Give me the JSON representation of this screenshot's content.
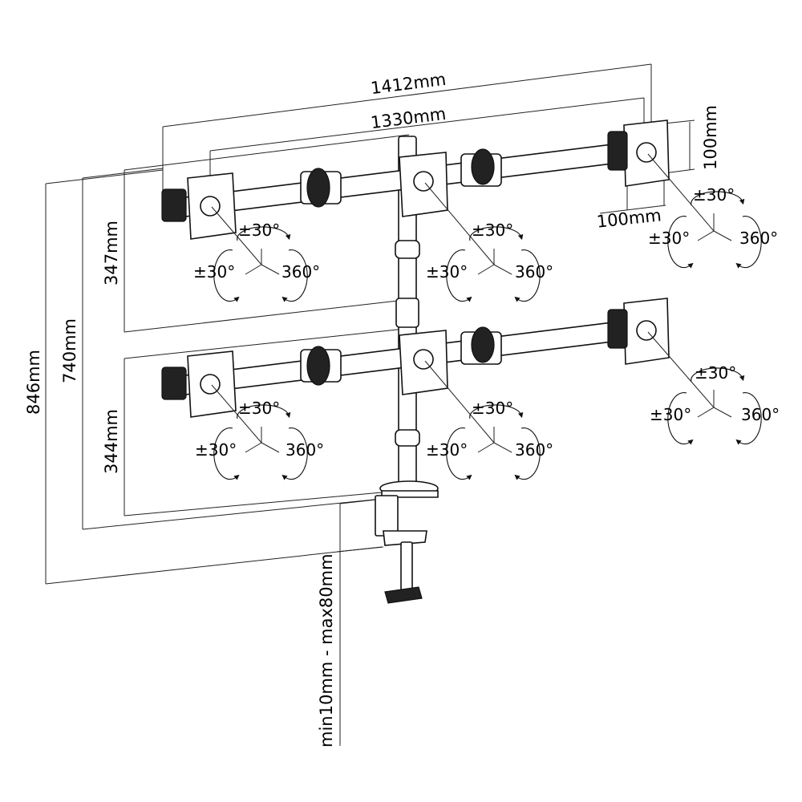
{
  "dimensions": {
    "overall_width": "1412mm",
    "arm_width": "1330mm",
    "vesa_h": "100mm",
    "vesa_w": "100mm",
    "upper_height": "347mm",
    "lower_height": "344mm",
    "mid_height": "740mm",
    "total_height": "846mm",
    "clamp": "min10mm - max80mm"
  },
  "rotation": {
    "tilt": "±30°",
    "swivel": "±30°",
    "rotate": "360°"
  }
}
